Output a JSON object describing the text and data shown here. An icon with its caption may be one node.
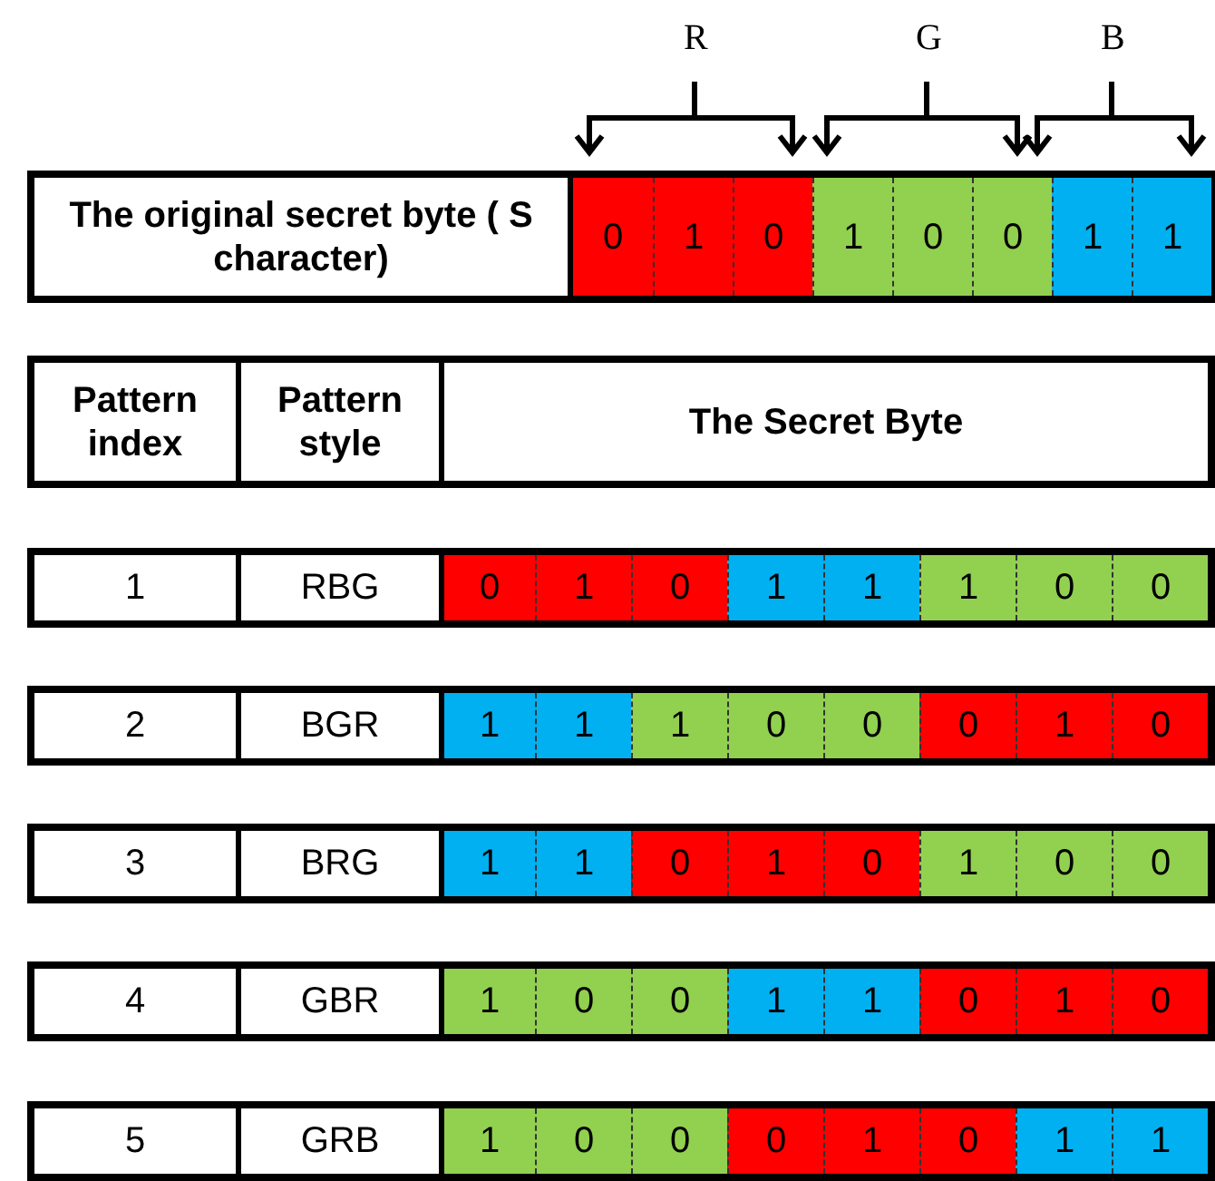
{
  "diagram": {
    "labels": [
      "R",
      "G",
      "B",
      "The original secret byte ( S character)",
      "0",
      "1",
      "0",
      "1",
      "0",
      "0",
      "1",
      "1",
      "Pattern index",
      "Pattern style",
      "The Secret Byte",
      "1",
      "RBG",
      "0",
      "1",
      "0",
      "1",
      "1",
      "1",
      "0",
      "0",
      "2",
      "BGR",
      "1",
      "1",
      "1",
      "0",
      "0",
      "0",
      "1",
      "0",
      "3",
      "BRG",
      "1",
      "1",
      "0",
      "1",
      "0",
      "1",
      "0",
      "0",
      "4",
      "GBR",
      "1",
      "0",
      "0",
      "1",
      "1",
      "0",
      "1",
      "0",
      "5",
      "GRB",
      "1",
      "0",
      "0",
      "0",
      "1",
      "0",
      "1",
      "1"
    ]
  }
}
